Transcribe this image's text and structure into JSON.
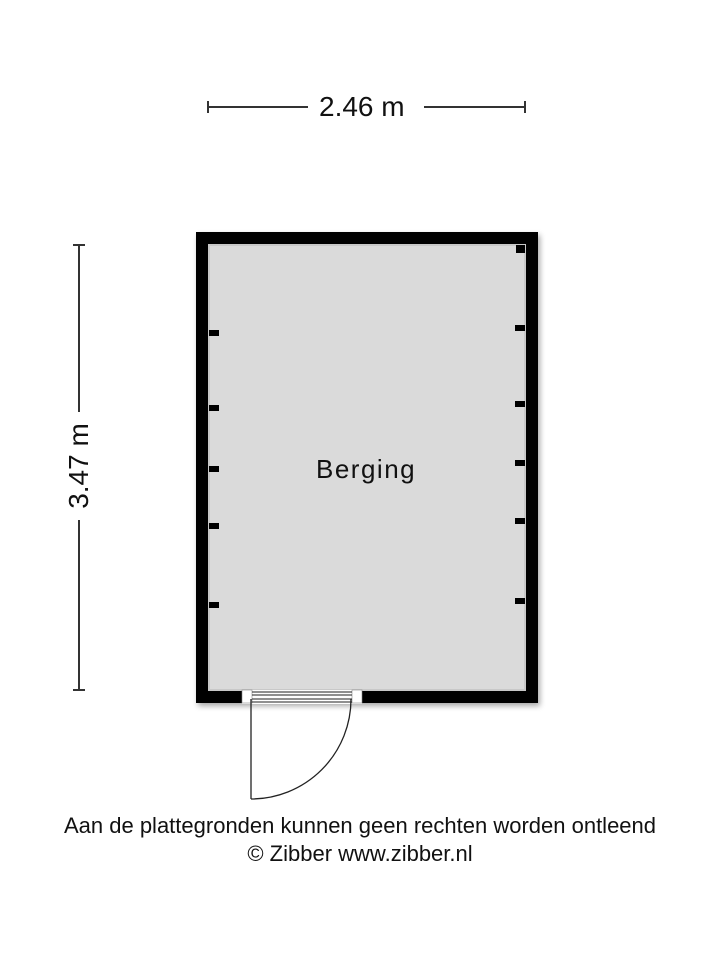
{
  "floorplan": {
    "room": {
      "name": "Berging",
      "fill": "#dadada",
      "wall_color": "#000000"
    },
    "dimensions": {
      "width": "2.46 m",
      "height": "3.47 m"
    },
    "door": {
      "type": "swing-door",
      "wall": "bottom"
    }
  },
  "footer": {
    "disclaimer": "Aan de plattegronden kunnen geen rechten worden ontleend",
    "copyright": "© Zibber www.zibber.nl"
  }
}
